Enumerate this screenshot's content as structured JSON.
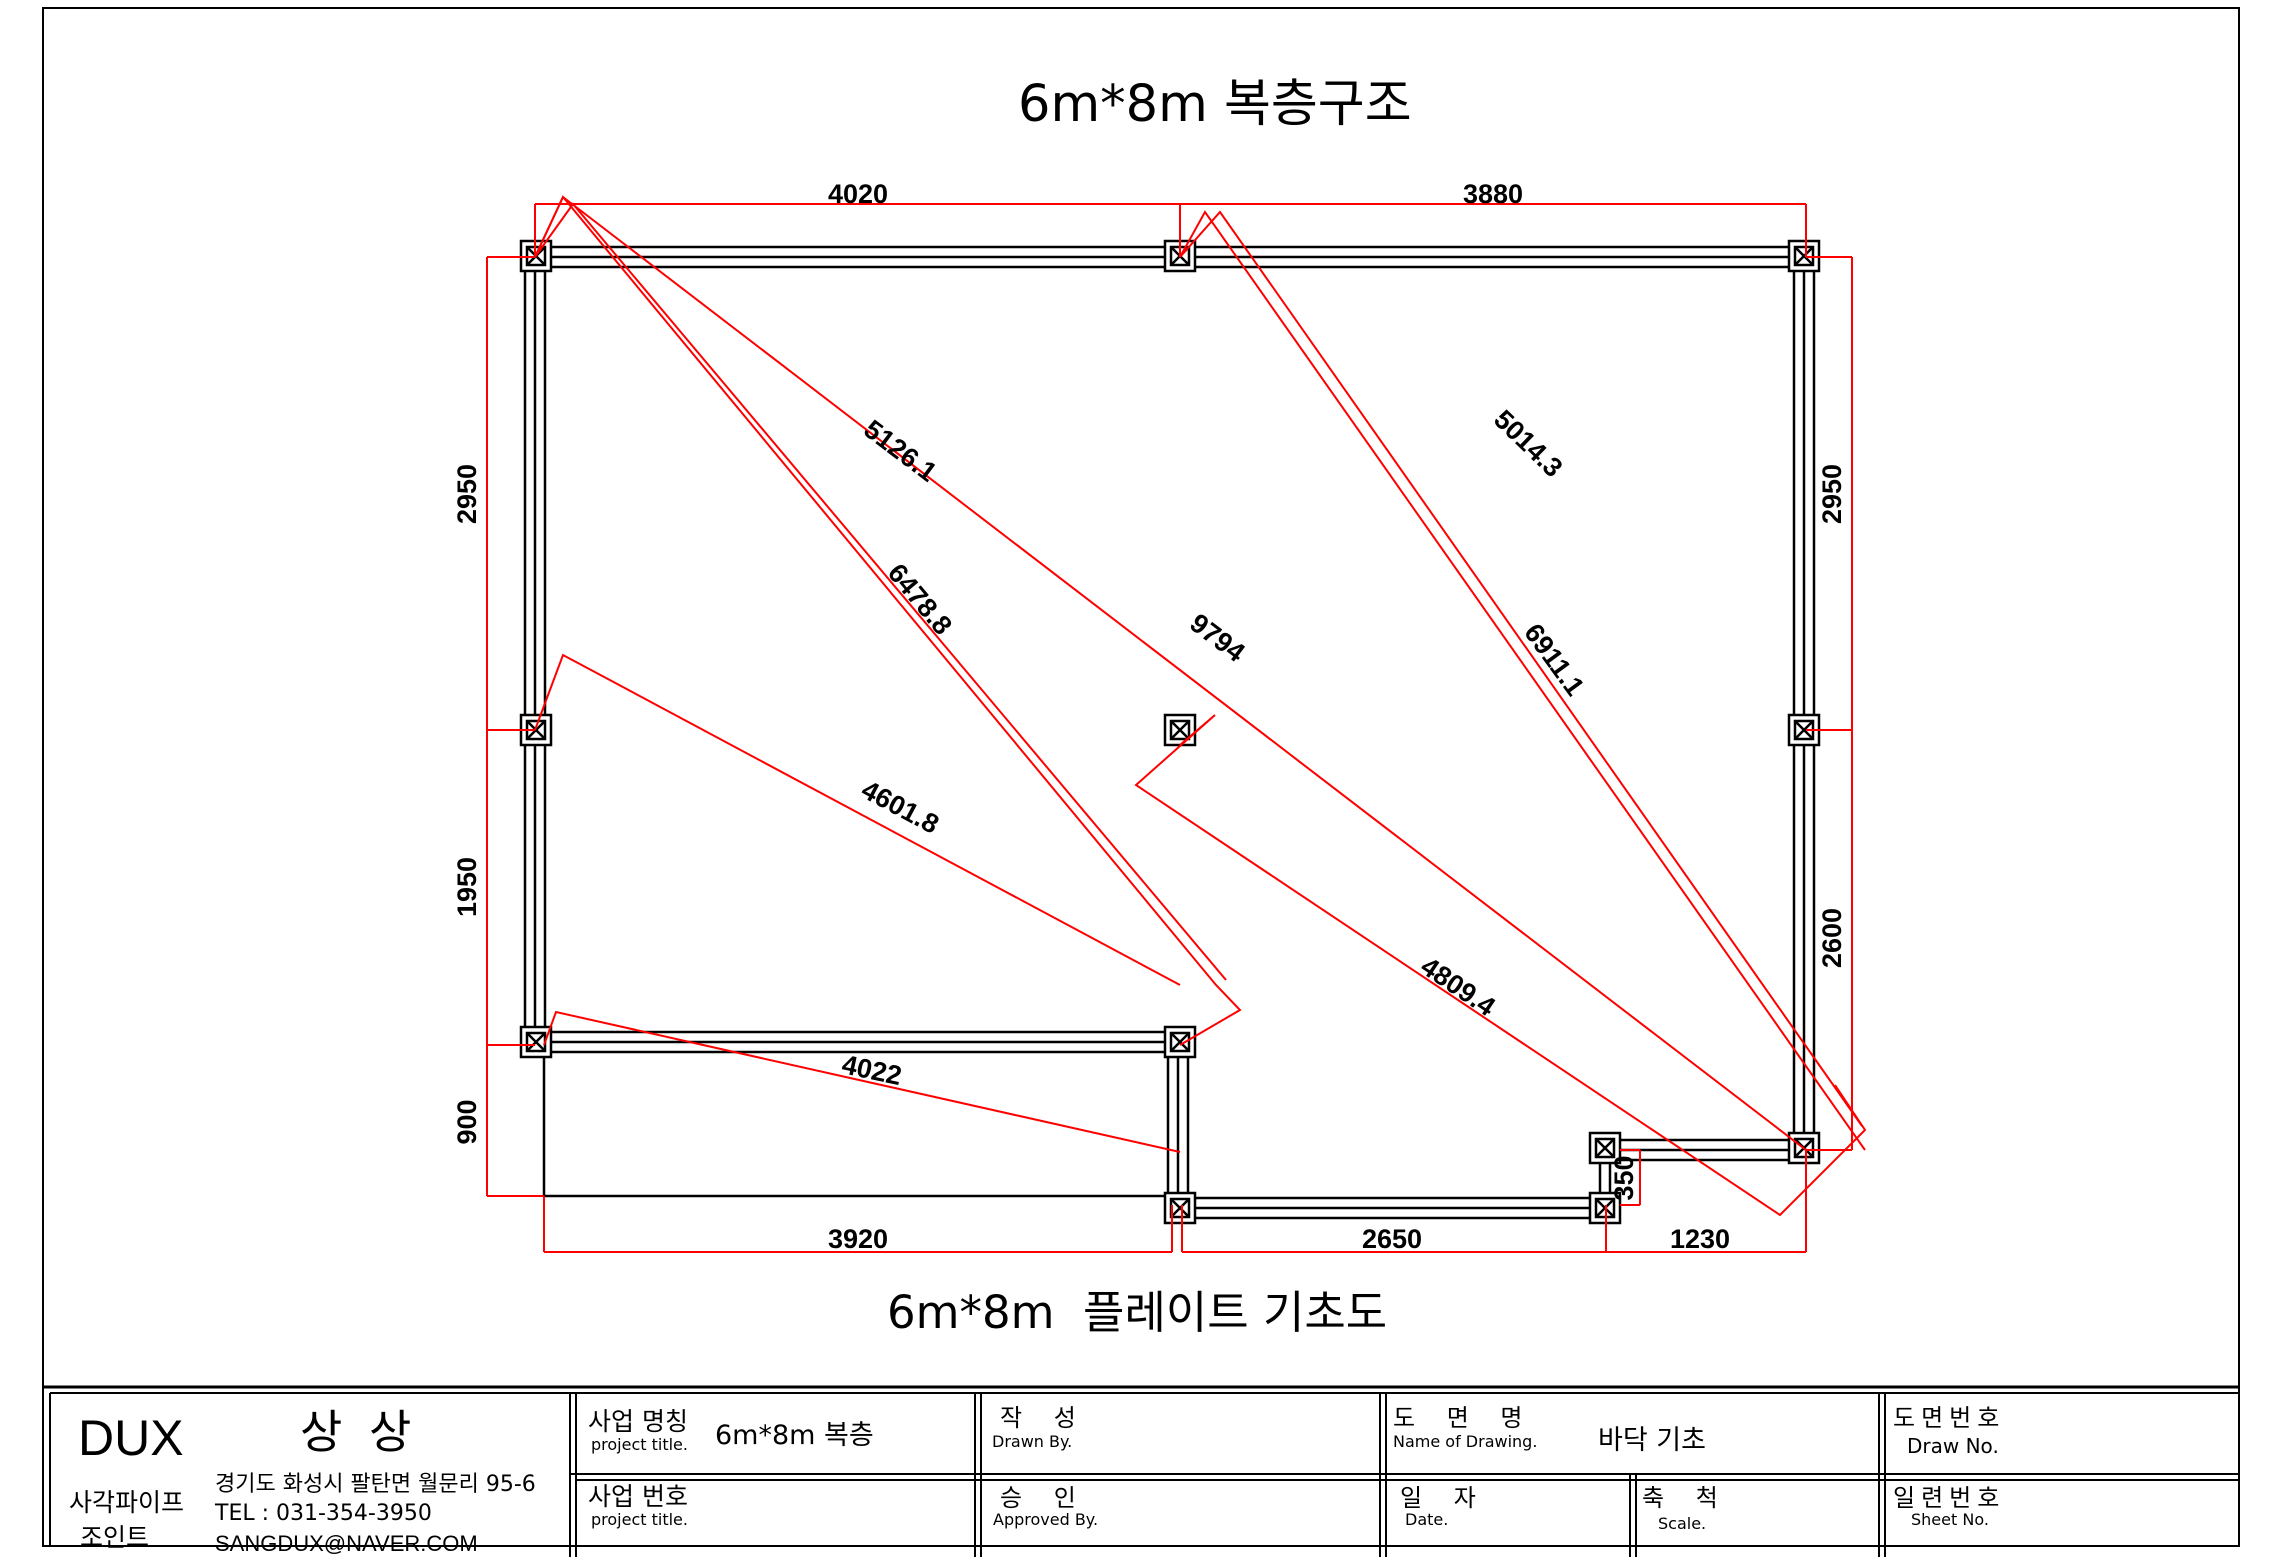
{
  "drawing": {
    "title": "6m*8m 복층구조",
    "subtitle": "6m*8m  플레이트 기초도",
    "dimensions": {
      "top_left": "4020",
      "top_right": "3880",
      "left_upper": "2950",
      "left_middle": "1950",
      "left_lower": "900",
      "right_upper": "2950",
      "right_lower": "2600",
      "bottom_left": "3920",
      "bottom_middle": "2650",
      "bottom_right": "1230",
      "notch": "350",
      "inner_wall": "4022"
    },
    "diagonals": {
      "d1": "5126.1",
      "d2": "6478.8",
      "d3": "9794",
      "d4": "4601.8",
      "d5": "4809.4",
      "d6": "5014.3",
      "d7": "6911.1"
    },
    "colors": {
      "structure": "#000000",
      "dimension": "#ff0000"
    }
  },
  "title_block": {
    "company": "DUX",
    "company_kor": "상 상",
    "company_sub_1": "사각파이프",
    "company_sub_2": "조인트",
    "address": "경기도 화성시 팔탄면 월문리 95-6",
    "tel": "TEL : 031-354-3950",
    "email": "SANGDUX@NAVER.COM",
    "project_name_label": "사업 명칭",
    "project_name_en": "project title.",
    "project_name_value": "6m*8m 복층",
    "project_no_label": "사업 번호",
    "project_no_en": "project title.",
    "drawn_label": "작 성",
    "drawn_en": "Drawn By.",
    "approved_label": "승 인",
    "approved_en": "Approved By.",
    "drawing_name_label": "도 면 명",
    "drawing_name_en": "Name of Drawing.",
    "drawing_name_value": "바닥 기초",
    "date_label": "일 자",
    "date_en": "Date.",
    "scale_label": "축 척",
    "scale_en": "Scale.",
    "draw_no_label": "도면번호",
    "draw_no_en": "Draw No.",
    "sheet_no_label": "일련번호",
    "sheet_no_en": "Sheet No."
  }
}
